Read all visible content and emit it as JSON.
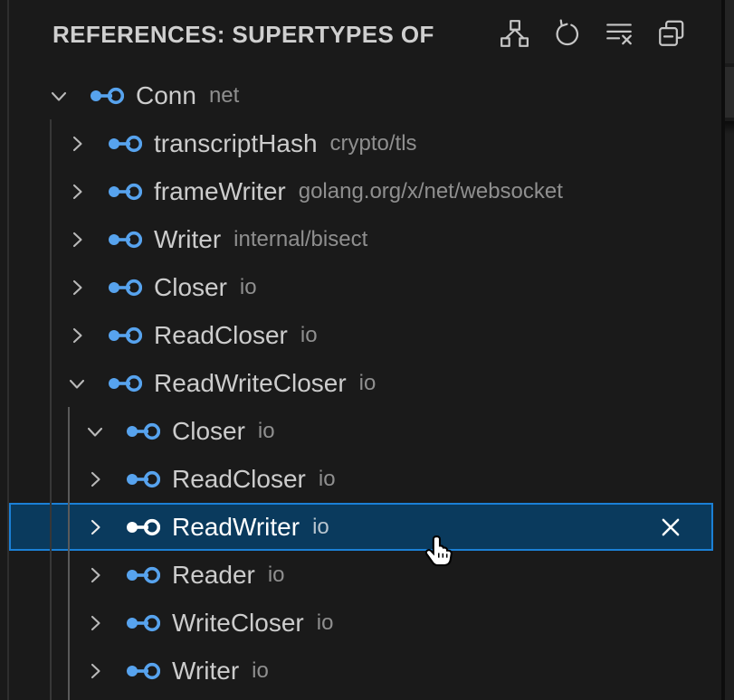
{
  "panel": {
    "title": "REFERENCES: SUPERTYPES OF",
    "toolbar": {
      "icons": [
        "type-hierarchy-icon",
        "refresh-icon",
        "clear-all-icon",
        "collapse-all-icon"
      ]
    }
  },
  "tree": {
    "symbol_kind": "interface",
    "rows": [
      {
        "label": "Conn",
        "package": "net",
        "level": 0,
        "expanded": true,
        "selected": false
      },
      {
        "label": "transcriptHash",
        "package": "crypto/tls",
        "level": 1,
        "expanded": false,
        "selected": false
      },
      {
        "label": "frameWriter",
        "package": "golang.org/x/net/websocket",
        "level": 1,
        "expanded": false,
        "selected": false
      },
      {
        "label": "Writer",
        "package": "internal/bisect",
        "level": 1,
        "expanded": false,
        "selected": false
      },
      {
        "label": "Closer",
        "package": "io",
        "level": 1,
        "expanded": false,
        "selected": false
      },
      {
        "label": "ReadCloser",
        "package": "io",
        "level": 1,
        "expanded": false,
        "selected": false
      },
      {
        "label": "ReadWriteCloser",
        "package": "io",
        "level": 1,
        "expanded": true,
        "selected": false
      },
      {
        "label": "Closer",
        "package": "io",
        "level": 2,
        "expanded": true,
        "selected": false
      },
      {
        "label": "ReadCloser",
        "package": "io",
        "level": 2,
        "expanded": false,
        "selected": false
      },
      {
        "label": "ReadWriter",
        "package": "io",
        "level": 2,
        "expanded": false,
        "selected": true
      },
      {
        "label": "Reader",
        "package": "io",
        "level": 2,
        "expanded": false,
        "selected": false
      },
      {
        "label": "WriteCloser",
        "package": "io",
        "level": 2,
        "expanded": false,
        "selected": false
      },
      {
        "label": "Writer",
        "package": "io",
        "level": 2,
        "expanded": false,
        "selected": false
      }
    ]
  },
  "cursor": {
    "type": "pointing-hand"
  },
  "colors": {
    "background": "#1a1a1a",
    "title": "#cfcfcf",
    "label": "#cccccc",
    "description": "#8f8f8f",
    "selection_background": "#0a3a5d",
    "selection_border": "#1b80d6",
    "interface_icon": "#57a3ee"
  }
}
